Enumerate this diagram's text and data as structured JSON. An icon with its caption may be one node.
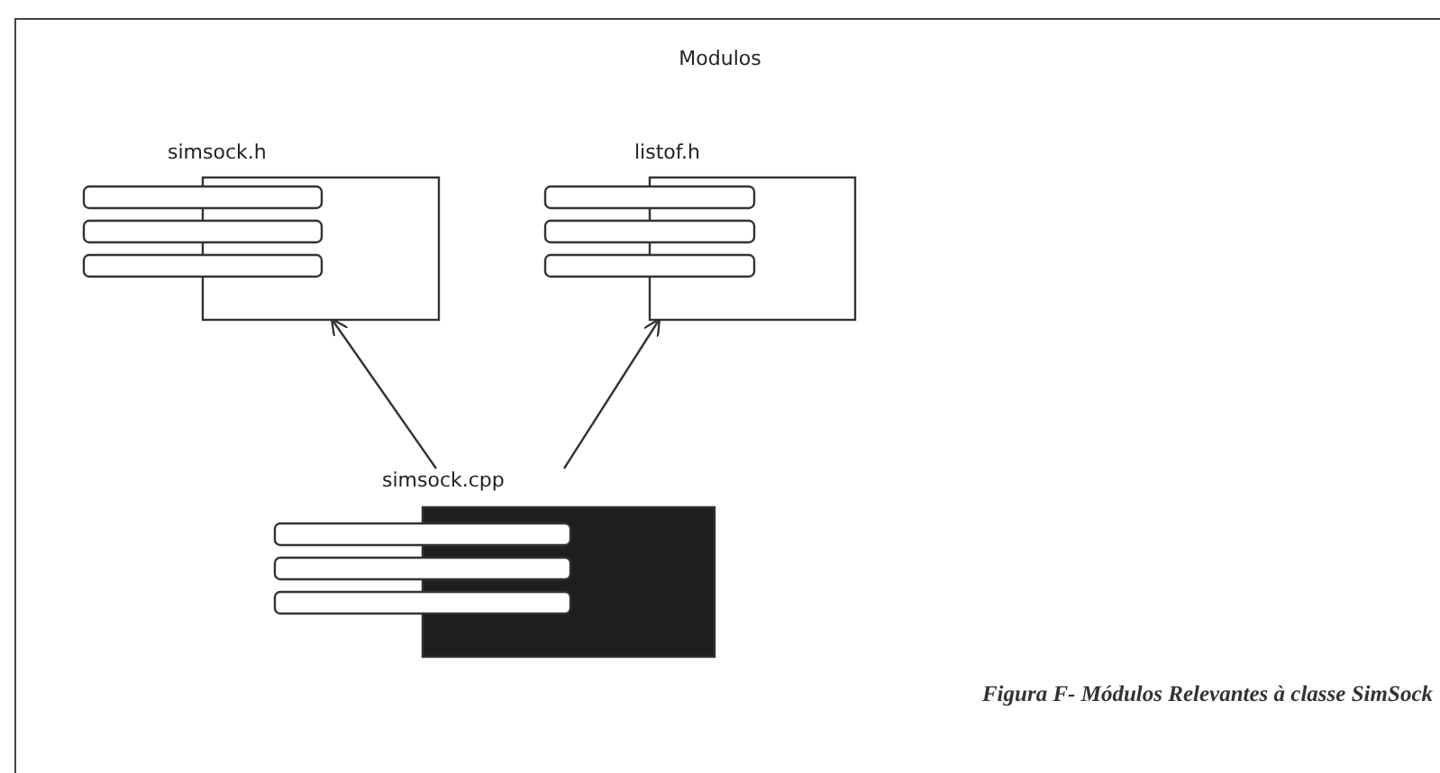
{
  "diagram": {
    "title": "Modulos",
    "caption": "Figura F- Módulos Relevantes à classe SimSock",
    "nodes": [
      {
        "text": [
          "simsock.h"
        ]
      },
      {
        "text": [
          "listof.h"
        ]
      },
      {
        "text": [
          "simsock.cpp"
        ]
      }
    ],
    "edges": [
      {
        "from": 2,
        "to": 0,
        "arrow": "to"
      },
      {
        "from": 2,
        "to": 1,
        "arrow": "to"
      }
    ]
  }
}
